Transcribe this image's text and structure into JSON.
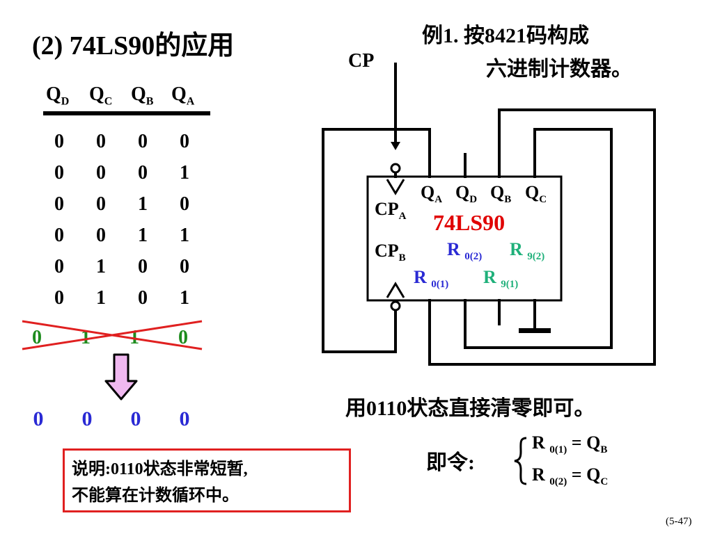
{
  "title": "(2) 74LS90的应用",
  "example": {
    "line1": "例1. 按8421码构成",
    "line2": "六进制计数器。"
  },
  "cp_label": "CP",
  "table": {
    "headers": [
      {
        "main": "Q",
        "sub": "D"
      },
      {
        "main": "Q",
        "sub": "C"
      },
      {
        "main": "Q",
        "sub": "B"
      },
      {
        "main": "Q",
        "sub": "A"
      }
    ],
    "rows": [
      [
        "0",
        "0",
        "0",
        "0"
      ],
      [
        "0",
        "0",
        "0",
        "1"
      ],
      [
        "0",
        "0",
        "1",
        "0"
      ],
      [
        "0",
        "0",
        "1",
        "1"
      ],
      [
        "0",
        "1",
        "0",
        "0"
      ],
      [
        "0",
        "1",
        "0",
        "1"
      ]
    ],
    "crossed_row": [
      "0",
      "1",
      "1",
      "0"
    ],
    "reset_row": [
      "0",
      "0",
      "0",
      "0"
    ]
  },
  "chip": {
    "name": "74LS90",
    "outputs": [
      {
        "main": "Q",
        "sub": "A"
      },
      {
        "main": "Q",
        "sub": "D"
      },
      {
        "main": "Q",
        "sub": "B"
      },
      {
        "main": "Q",
        "sub": "C"
      }
    ],
    "cpa": {
      "main": "CP",
      "sub": "A"
    },
    "cpb": {
      "main": "CP",
      "sub": "B"
    },
    "r02": {
      "main": "R",
      "sub": "0(2)"
    },
    "r92": {
      "main": "R",
      "sub": "9(2)"
    },
    "r01": {
      "main": "R",
      "sub": "0(1)"
    },
    "r91": {
      "main": "R",
      "sub": "9(1)"
    }
  },
  "use_state": "用0110状态直接清零即可。",
  "jiling": "即令:",
  "equations": [
    {
      "lhs": "R",
      "sub": "0(1)",
      "rhs": "= Q",
      "rhs_sub": "B"
    },
    {
      "lhs": "R",
      "sub": "0(2)",
      "rhs": "= Q",
      "rhs_sub": "C"
    }
  ],
  "note": {
    "line1": "说明:0110状态非常短暂,",
    "line2": "不能算在计数循环中。"
  },
  "page_number": "(5-47)",
  "colors": {
    "green": "#1e8c1e",
    "blue": "#2a2ad4",
    "teal": "#1fb07a",
    "red": "#e00000",
    "arrow_fill": "#f0b8f0"
  }
}
